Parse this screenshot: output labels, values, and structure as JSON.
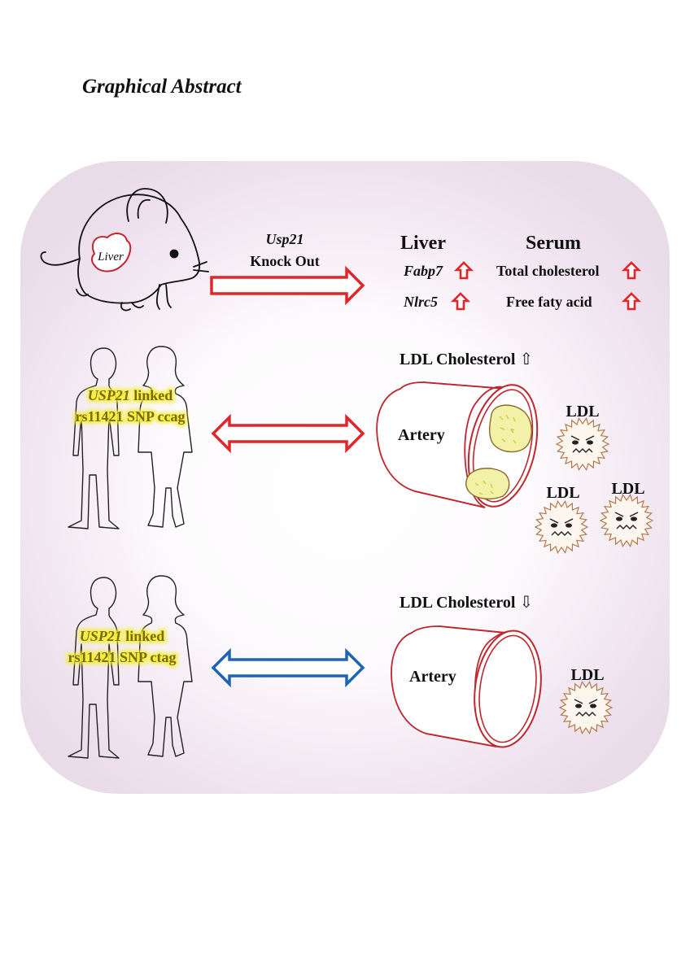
{
  "heading": "Graphical Abstract",
  "colors": {
    "red": "#e0262b",
    "blue": "#1e63b5",
    "highlight": "#f6f02a",
    "vessel": "#c0262e",
    "ldl": "#b07a4a"
  },
  "mouse_section": {
    "liver_label": "Liver",
    "gene_label": "Usp21",
    "action_label": "Knock Out",
    "liver_column": {
      "header": "Liver",
      "rows": [
        {
          "label": "Fabp7",
          "change": "up"
        },
        {
          "label": "Nlrc5",
          "change": "up"
        }
      ]
    },
    "serum_column": {
      "header": "Serum",
      "rows": [
        {
          "label": "Total cholesterol",
          "change": "up"
        },
        {
          "label": "Free faty acid",
          "change": "up"
        }
      ]
    }
  },
  "ccag_section": {
    "snp_gene": "USP21",
    "snp_line1_rest": " linked",
    "snp_line2": "rs11421 SNP ccag",
    "result": "LDL Cholesterol ⇧",
    "artery_label": "Artery",
    "ldl_labels": [
      "LDL",
      "LDL",
      "LDL"
    ]
  },
  "ctag_section": {
    "snp_gene": "USP21",
    "snp_line1_rest": " linked",
    "snp_line2": "rs11421 SNP ctag",
    "result": "LDL Cholesterol ⇩",
    "artery_label": "Artery",
    "ldl_labels": [
      "LDL"
    ]
  }
}
